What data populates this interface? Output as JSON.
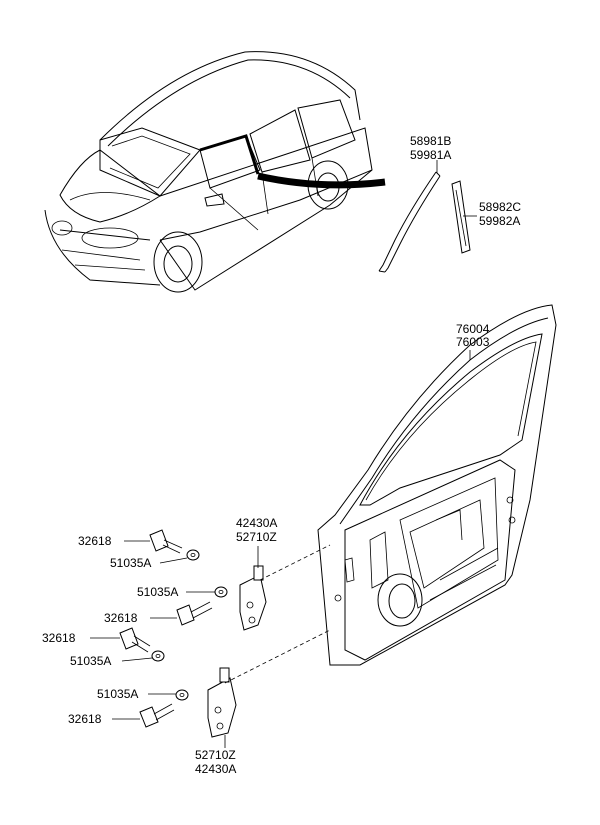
{
  "labels": {
    "moulding_upper_1": "58981B",
    "moulding_upper_2": "59981A",
    "moulding_lower_1": "58982C",
    "moulding_lower_2": "59982A",
    "door_1": "76004",
    "door_2": "76003",
    "hinge_upper_1": "42430A",
    "hinge_upper_2": "52710Z",
    "hinge_lower_1": "52710Z",
    "hinge_lower_2": "42430A",
    "bolt_1": "32618",
    "washer_1": "51035A",
    "washer_2": "51035A",
    "bolt_2": "32618",
    "bolt_3": "32618",
    "washer_3": "51035A",
    "washer_4": "51035A",
    "bolt_4": "32618"
  }
}
